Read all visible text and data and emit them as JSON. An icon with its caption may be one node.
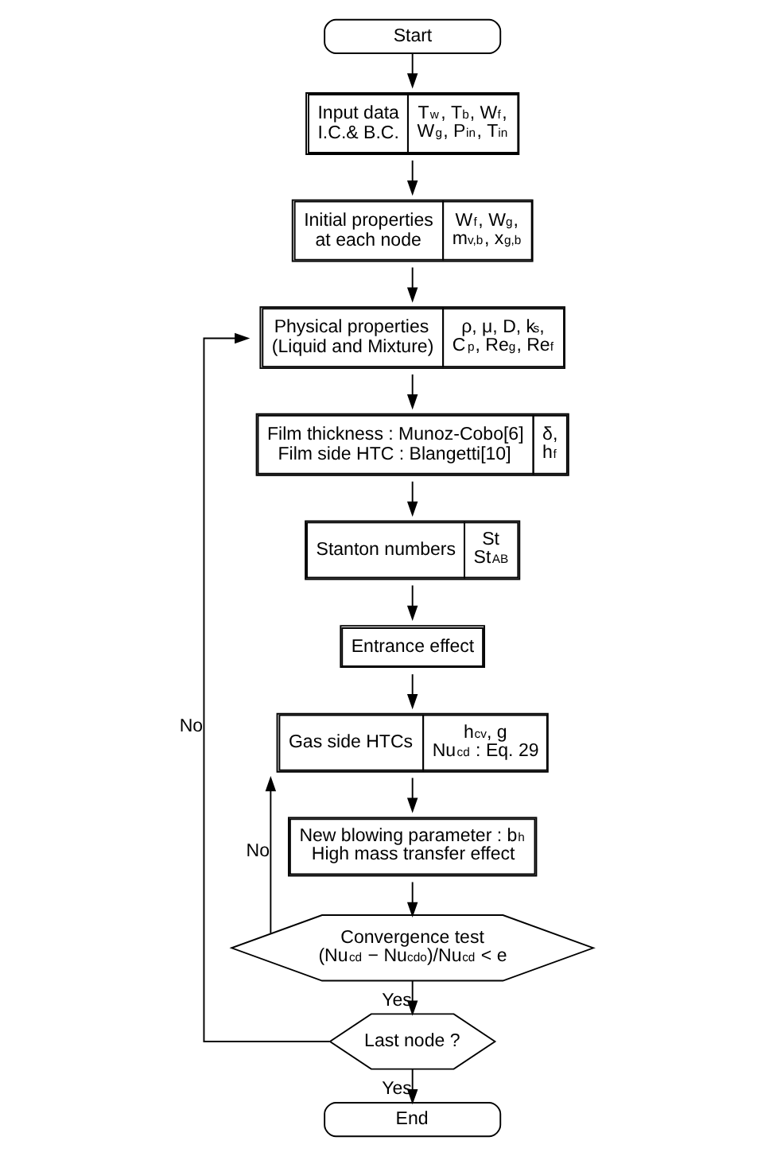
{
  "diagram": {
    "nodes": [
      {
        "text": [
          "Start"
        ]
      },
      {
        "text": [
          "Input data I.C.& B.C.",
          "T$_{w}$, T$_{b}$, W$_{f}$, W$_{g}$, P$_{in}$, T$_{in}$"
        ]
      },
      {
        "text": [
          "Initial properties at each node",
          "W$_{f}$, W$_{g}$, m$_{v,b}$, x$_{g,b}$"
        ]
      },
      {
        "text": [
          "Physical properties (Liquid and Mixture)",
          "ρ, μ, D, k$_{s}$, C$_{p}$, Re$_{g}$, Re$_{f}$"
        ]
      },
      {
        "text": [
          "Film thickness : Munoz-Cobo[6] Film side HTC : Blangetti[10]",
          "δ, h$_{f}$"
        ]
      },
      {
        "text": [
          "Stanton numbers",
          "St St$_{AB}$"
        ]
      },
      {
        "text": [
          "Entrance effect"
        ]
      },
      {
        "text": [
          "Gas side HTCs",
          "h$_{cv}$, g Nu$_{cd}$ : Eq. 29"
        ]
      },
      {
        "text": [
          "New blowing parameter : b$_{h}$ High mass transfer effect"
        ]
      },
      {
        "text": [
          "Convergence test (Nu$_{cd}$ − Nu$_{cdo}$)/Nu$_{cd}$ < e"
        ]
      },
      {
        "text": [
          "Last node ?"
        ]
      },
      {
        "text": [
          "End"
        ]
      }
    ],
    "edges": [
      {
        "from": 0,
        "to": 1,
        "arrow": "to"
      },
      {
        "from": 1,
        "to": 2,
        "arrow": "to"
      },
      {
        "from": 2,
        "to": 3,
        "arrow": "to"
      },
      {
        "from": 3,
        "to": 4,
        "arrow": "to"
      },
      {
        "from": 4,
        "to": 5,
        "arrow": "to"
      },
      {
        "from": 5,
        "to": 6,
        "arrow": "to"
      },
      {
        "from": 6,
        "to": 7,
        "arrow": "to"
      },
      {
        "from": 7,
        "to": 8,
        "arrow": "to"
      },
      {
        "from": 8,
        "to": 9,
        "arrow": "to"
      },
      {
        "from": 9,
        "to": 7,
        "arrow": "to",
        "label": "No"
      },
      {
        "from": 9,
        "to": 10,
        "arrow": "to",
        "label": "Yes"
      },
      {
        "from": 10,
        "to": 3,
        "arrow": "to",
        "label": "No"
      },
      {
        "from": 10,
        "to": 11,
        "arrow": "to",
        "label": "Yes"
      }
    ]
  }
}
